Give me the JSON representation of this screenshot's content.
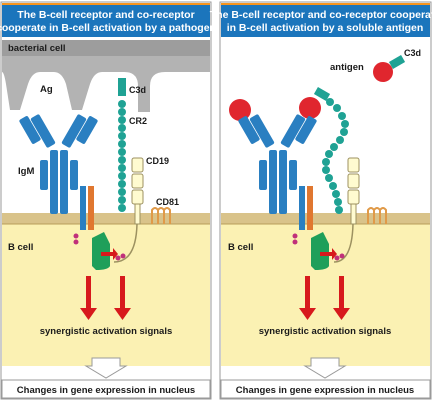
{
  "colors": {
    "title_bg": "#1b75bc",
    "title_border": "#f7941d",
    "bacterial_cell": "#b3b3b3",
    "antibody": "#2a7fc1",
    "cr2_bead": "#1fa294",
    "cd19": "#fffbd0",
    "cd81": "#f7c583",
    "cytoplasm": "#fbf1b3",
    "kinase": "#1f9f5a",
    "arrow": "#d7191c",
    "antigen": "#e0262e",
    "small_bar": "#e07730"
  },
  "left_panel": {
    "title_line1": "The B-cell receptor and co-receptor",
    "title_line2": "cooperate in B-cell activation by a pathogen",
    "bacterial_cell_label": "bacterial cell",
    "ag_label": "Ag",
    "c3d_label": "C3d",
    "cr2_label": "CR2",
    "cd19_label": "CD19",
    "igm_label": "IgM",
    "cd81_label": "CD81",
    "b_cell_label": "B cell",
    "signals_label": "synergistic activation signals",
    "gene_label": "Changes in gene expression in nucleus"
  },
  "right_panel": {
    "title_line1": "The B-cell receptor and co-receptor cooperate",
    "title_line2": "in B-cell activation by a soluble antigen",
    "antigen_label": "antigen",
    "c3d_label": "C3d",
    "b_cell_label": "B cell",
    "signals_label": "synergistic activation signals",
    "gene_label": "Changes in gene expression in nucleus"
  }
}
